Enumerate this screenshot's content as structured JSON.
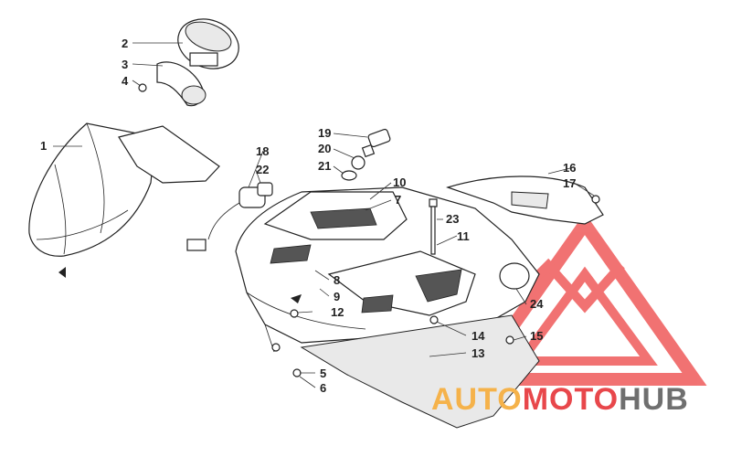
{
  "callouts": [
    {
      "id": "c1",
      "label": "1"
    },
    {
      "id": "c2",
      "label": "2"
    },
    {
      "id": "c3",
      "label": "3"
    },
    {
      "id": "c4",
      "label": "4"
    },
    {
      "id": "c5",
      "label": "5"
    },
    {
      "id": "c6",
      "label": "6"
    },
    {
      "id": "c7",
      "label": "7"
    },
    {
      "id": "c8",
      "label": "8"
    },
    {
      "id": "c9",
      "label": "9"
    },
    {
      "id": "c10",
      "label": "10"
    },
    {
      "id": "c11",
      "label": "11"
    },
    {
      "id": "c12",
      "label": "12"
    },
    {
      "id": "c13",
      "label": "13"
    },
    {
      "id": "c14",
      "label": "14"
    },
    {
      "id": "c15",
      "label": "15"
    },
    {
      "id": "c16",
      "label": "16"
    },
    {
      "id": "c17",
      "label": "17"
    },
    {
      "id": "c18",
      "label": "18"
    },
    {
      "id": "c19",
      "label": "19"
    },
    {
      "id": "c20",
      "label": "20"
    },
    {
      "id": "c21",
      "label": "21"
    },
    {
      "id": "c22",
      "label": "22"
    },
    {
      "id": "c23",
      "label": "23"
    },
    {
      "id": "c24",
      "label": "24"
    }
  ],
  "watermark": {
    "brand_part1": "AUTO",
    "brand_part2": "MOTO",
    "brand_part3": "HUB",
    "color_orange": "#f5b24a",
    "color_red": "#e8474b",
    "color_gray": "#6f6f6f",
    "logo_color": "#ef5a5a"
  },
  "icons": {
    "arrow_marker": "arrow-head-icon"
  }
}
